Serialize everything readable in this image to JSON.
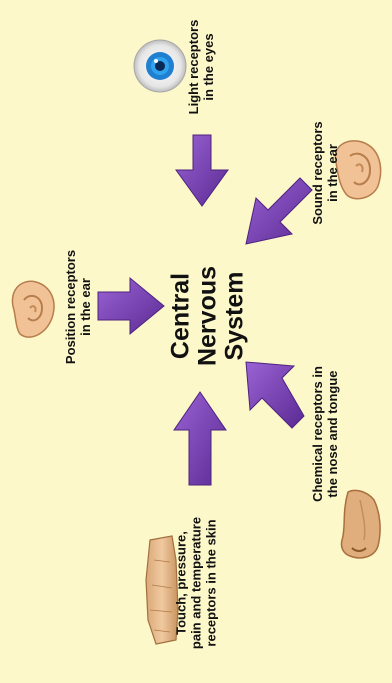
{
  "diagram": {
    "center_label": "Central\nNervous\nSystem",
    "receptors": [
      {
        "id": "light",
        "label": "Light receptors\nin the eyes",
        "icon": "eye-icon"
      },
      {
        "id": "sound",
        "label": "Sound receptors\nin the ear",
        "icon": "ear-icon"
      },
      {
        "id": "chemical",
        "label": "Chemical receptors in\nthe nose and tongue",
        "icon": "nose-icon"
      },
      {
        "id": "touch",
        "label": "Touch, pressure,\npain and temperature\nreceptors in the skin",
        "icon": "skin-icon"
      },
      {
        "id": "position",
        "label": "Position receptors\nin the ear",
        "icon": "ear-icon"
      }
    ]
  },
  "colors": {
    "background": "#fdf8c9",
    "arrow": "#7b3fb5",
    "arrow_dark": "#4e2280",
    "iris": "#1f7fd0",
    "skin": "#e8b98a"
  }
}
